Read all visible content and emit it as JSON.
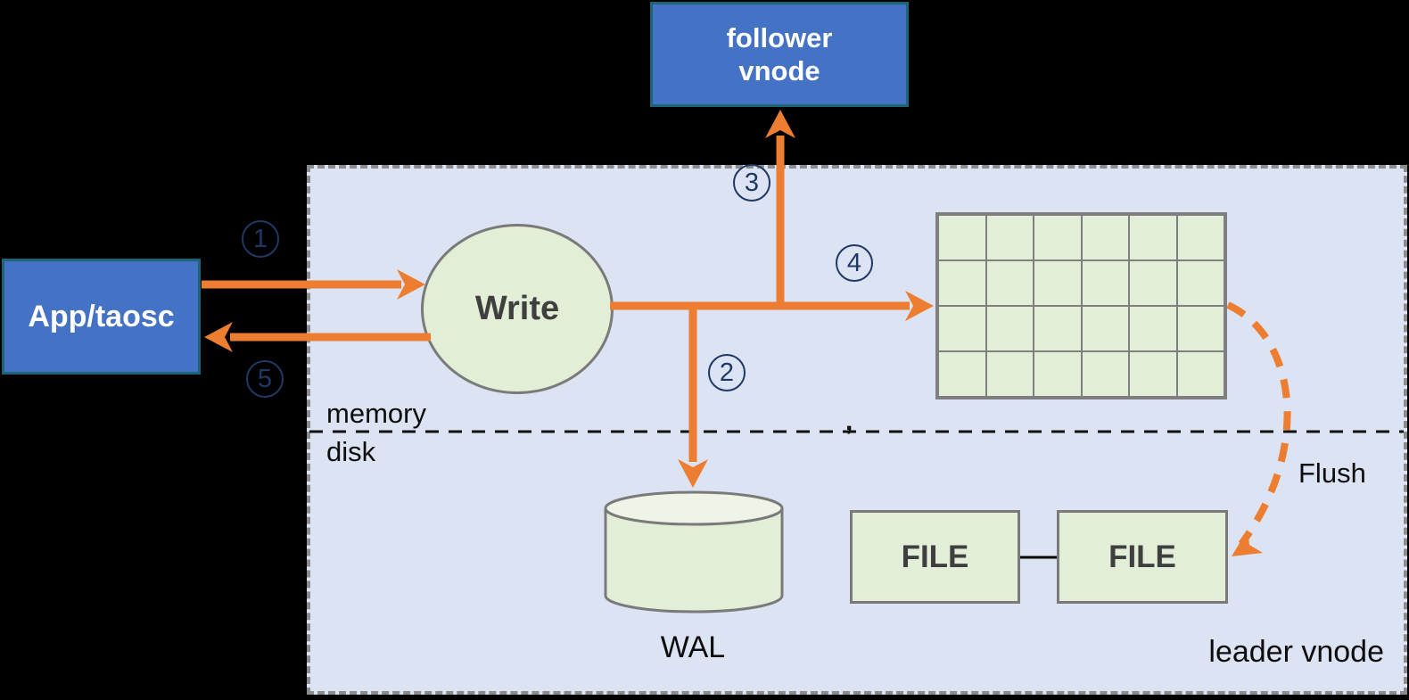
{
  "colors": {
    "background": "#000000",
    "container_fill": "#dce3f2",
    "container_border": "#8c8c8c",
    "node_blue_fill": "#4472c4",
    "node_blue_border": "#1f6377",
    "node_green_fill": "#e3eed9",
    "node_gray_border": "#7a7a7a",
    "arrow_orange": "#ed7d31",
    "step_number_navy": "#1f3864",
    "node_text_dark": "#3f3f3f",
    "label_black": "#0d0d0d"
  },
  "nodes": {
    "follower_vnode": {
      "label": "follower vnode"
    },
    "app": {
      "label": "App/taosc"
    },
    "write": {
      "label": "Write"
    },
    "wal": {
      "label": "WAL"
    },
    "files": [
      {
        "label": "FILE"
      },
      {
        "label": "FILE"
      }
    ],
    "memtable": {
      "rows": 4,
      "cols": 6
    }
  },
  "labels": {
    "memory": "memory",
    "disk": "disk",
    "leader_vnode": "leader vnode",
    "flush": "Flush",
    "divider_mark": ","
  },
  "steps": [
    "1",
    "2",
    "3",
    "4",
    "5"
  ]
}
